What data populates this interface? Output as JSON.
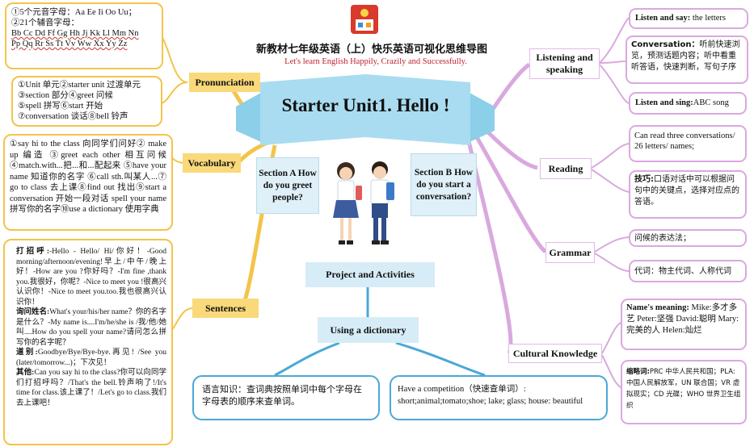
{
  "header": {
    "title": "新教材七年级英语（上）快乐英语可视化思维导图",
    "subtitle": "Let's learn English Happily, Crazily and Successfully."
  },
  "center": {
    "unit_title": "Starter Unit1. Hello !",
    "section_a": "Section A How do you greet people?",
    "section_b": "Section B How do you start a conversation?",
    "project": "Project and Activities",
    "dictionary": "Using a dictionary",
    "language_knowledge": "语言知识：查词典按照单词中每个字母在字母表的顺序来查单词。",
    "competition": "Have a competition（快速查单词）: short;animal;tomato;shoe; lake; glass; house: beautiful"
  },
  "left": {
    "pronunciation_label": "Pronunciation",
    "pron_line1": "①5个元音字母：Aa Ee Ii Oo Uu；",
    "pron_line2": "②21个辅音字母：",
    "pron_line3": "Bb Cc Dd Ff Gg Hh Jj Kk Ll Mm Nn",
    "pron_line4": "Pp Qq Rr Ss Tt Vv Ww Xx Yy Zz",
    "vocab_label": "Vocabulary",
    "vocab1_lines": [
      "①Unit 单元②starter unit 过渡单元",
      "③section 部分④greet 问候",
      "⑤spell 拼写⑥start 开始",
      "⑦conversation 谈话⑧bell 铃声"
    ],
    "vocab2_text": "①say hi to the class 向同学们问好② make up 编造 ③greet each other 相互问候④match.with...把...和...配起来 ⑤have your name 知道你的名字 ⑥call sth.叫某人...⑦ go to class 去上课⑧find out 找出⑨start a conversation 开始一段对话 spell your name 拼写你的名字⑩use a dictionary 使用字典",
    "sentences_label": "Sentences",
    "sent_greet_head": "打招呼:",
    "sent_greet": "-Hello - Hello/ Hi/你好！-Good morning/afternoon/evening!早上/中午/晚上好！-How are you ?你好吗？-I'm fine ,thank you.我很好，你呢？-Nice to meet you !很高兴认识你！-Nice to meet you.too.我也很高兴认识你！",
    "sent_name_head": "询问姓名:",
    "sent_name": "What's your/his/her name？你的名字是什么？-My name is....I'm/he/she is /我/他/她叫....How do you spell your name?请问怎么拼写你的名字呢？",
    "sent_bye_head": "道别:",
    "sent_bye": "Goodbye/Bye/Bye-bye.再见! /See you (later/tomorrow...)；下次见！",
    "sent_other_head": "其他:",
    "sent_other": "Can you say hi to the class?你可以向同学们打招呼吗？/That's the bell.铃声响了!/It's time for class.该上课了！/Let's go to class.我们去上课吧！"
  },
  "right": {
    "listening_label": "Listening and speaking",
    "listen_say_head": "Listen and say:",
    "listen_say": "the letters",
    "conversation_head": "Conversation：",
    "conversation": "听前快速浏览，预测话题内容；听中看重听答语，快速判断，写句子序",
    "listen_sing_head": "Listen and sing:",
    "listen_sing": "ABC song",
    "reading_label": "Reading",
    "reading1": "Can read three conversations/ 26 letters/ names;",
    "reading2_head": "技巧:",
    "reading2": "口语对话中可以根据问句中的关键点，选择对应点的答语。",
    "grammar_label": "Grammar",
    "grammar1": "问候的表达法；",
    "grammar2": "代词：物主代词、人称代词",
    "culture_label": "Cultural Knowledge",
    "names_head": "Name's meaning:",
    "names": "Mike:多才多艺 Peter:坚强 David:聪明 Mary: 完美的人 Helen:灿烂",
    "abbr_head": "缩略词:",
    "abbr": "PRC 中华人民共和国；PLA:中国人民解放军，UN 联合国；VR 虚拟现实；CD 光碟；WHO 世界卫生组织"
  },
  "colors": {
    "yellow_border": "#f3c44a",
    "yellow_label": "#f9d97a",
    "purple_border": "#d9a9de",
    "blue_border": "#4aa8d6",
    "banner": "#a9dcf0"
  }
}
